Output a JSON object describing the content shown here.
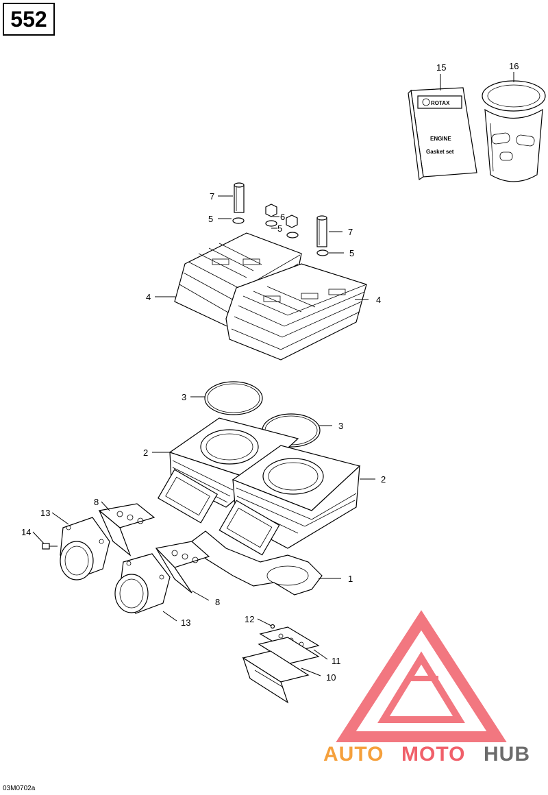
{
  "page": {
    "number": "552",
    "drawing_code": "03M0702a"
  },
  "callouts": [
    {
      "id": "15",
      "label": "15"
    },
    {
      "id": "16",
      "label": "16"
    },
    {
      "id": "7a",
      "label": "7"
    },
    {
      "id": "5a",
      "label": "5"
    },
    {
      "id": "6",
      "label": "6"
    },
    {
      "id": "5b",
      "label": "5"
    },
    {
      "id": "7b",
      "label": "7"
    },
    {
      "id": "5c",
      "label": "5"
    },
    {
      "id": "4a",
      "label": "4"
    },
    {
      "id": "4b",
      "label": "4"
    },
    {
      "id": "3a",
      "label": "3"
    },
    {
      "id": "3b",
      "label": "3"
    },
    {
      "id": "2a",
      "label": "2"
    },
    {
      "id": "2b",
      "label": "2"
    },
    {
      "id": "8a",
      "label": "8"
    },
    {
      "id": "13a",
      "label": "13"
    },
    {
      "id": "14",
      "label": "14"
    },
    {
      "id": "1",
      "label": "1"
    },
    {
      "id": "8b",
      "label": "8"
    },
    {
      "id": "13b",
      "label": "13"
    },
    {
      "id": "12",
      "label": "12"
    },
    {
      "id": "11",
      "label": "11"
    },
    {
      "id": "10",
      "label": "10"
    }
  ],
  "booklet": {
    "brand": "ROTAX",
    "line1": "ENGINE",
    "line2": "Gasket  set"
  },
  "watermark": {
    "part1": "AUTO",
    "part2": "MOTO",
    "part3": "HUB",
    "color_orange": "#f5a03c",
    "color_red": "#f0606a",
    "color_gray": "#6b6b6b"
  }
}
